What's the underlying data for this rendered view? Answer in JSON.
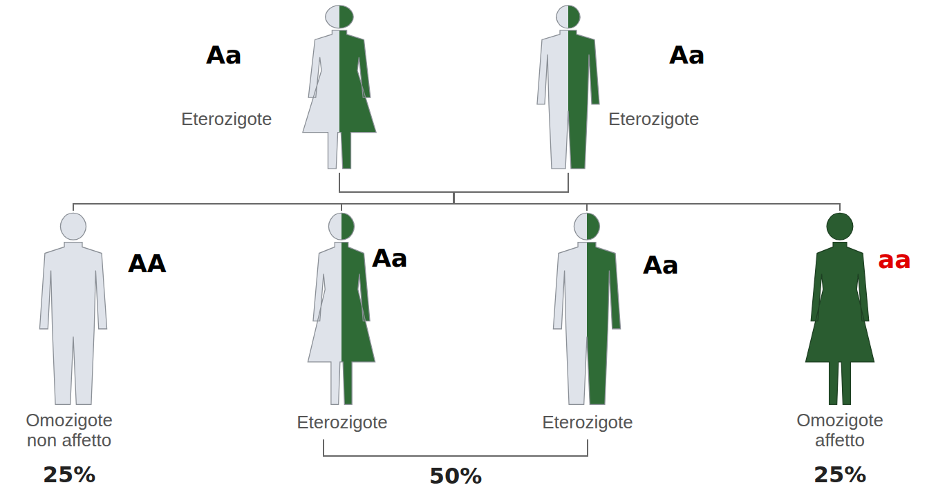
{
  "diagram": {
    "nodes": [
      {
        "text": [
          "Aa",
          "Eterozigote"
        ]
      },
      {
        "text": [
          "Aa",
          "Eterozigote"
        ]
      },
      {
        "text": [
          "AA",
          "Omozigote non affetto",
          "25%"
        ]
      },
      {
        "text": [
          "Aa",
          "Eterozigote"
        ]
      },
      {
        "text": [
          "Aa",
          "Eterozigote"
        ]
      },
      {
        "text": [
          "aa",
          "Omozigote affetto",
          "25%"
        ]
      }
    ],
    "edges": [
      {
        "from": 0,
        "to": 2,
        "arrow": "none"
      },
      {
        "from": 0,
        "to": 3,
        "arrow": "none"
      },
      {
        "from": 0,
        "to": 4,
        "arrow": "none"
      },
      {
        "from": 0,
        "to": 5,
        "arrow": "none"
      },
      {
        "from": 1,
        "to": 2,
        "arrow": "none"
      },
      {
        "from": 1,
        "to": 3,
        "arrow": "none"
      },
      {
        "from": 1,
        "to": 4,
        "arrow": "none"
      },
      {
        "from": 1,
        "to": 5,
        "arrow": "none"
      }
    ],
    "labels": [
      "50%"
    ]
  }
}
